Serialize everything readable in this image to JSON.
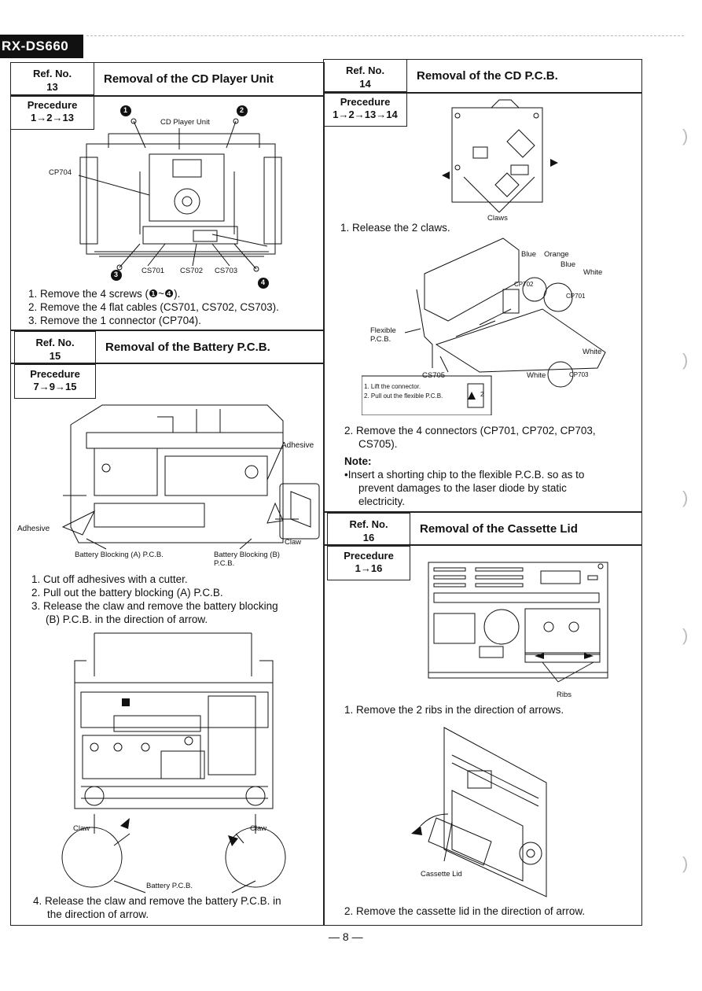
{
  "header": {
    "model": "RX-DS660"
  },
  "page_number": "— 8 —",
  "sections": {
    "s13": {
      "ref_label": "Ref. No.",
      "ref_no": "13",
      "title": "Removal of the CD Player Unit",
      "procedure_label": "Precedure",
      "procedure": "1→2→13",
      "figure_labels": {
        "unit": "CD Player Unit",
        "cp704": "CP704",
        "cs701": "CS701",
        "cs702": "CS702",
        "cs703": "CS703",
        "n1": "1",
        "n2": "2",
        "n3": "3",
        "n4": "4"
      },
      "steps": [
        "1. Remove the 4 screws (❶~❹).",
        "2. Remove the 4 flat cables (CS701, CS702, CS703).",
        "3. Remove the 1 connector (CP704)."
      ]
    },
    "s15": {
      "ref_label": "Ref. No.",
      "ref_no": "15",
      "title": "Removal of the Battery P.C.B.",
      "procedure_label": "Precedure",
      "procedure": "7→9→15",
      "figure_labels": {
        "adhesive_r": "Adhesive",
        "adhesive_l": "Adhesive",
        "claw": "Claw",
        "bb_a": "Battery Blocking (A) P.C.B.",
        "bb_b1": "Battery Blocking (B)",
        "bb_b2": "P.C.B.",
        "claw_l": "Claw",
        "claw_r": "Claw",
        "battery_pcb": "Battery P.C.B."
      },
      "steps": [
        "1. Cut off adhesives with a cutter.",
        "2. Pull out the battery blocking (A) P.C.B.",
        "3. Release the claw and remove the battery blocking",
        "(B) P.C.B. in the direction of arrow."
      ],
      "steps2": [
        "4. Release the claw and remove the battery P.C.B. in",
        "the direction of arrow."
      ]
    },
    "s14": {
      "ref_label": "Ref. No.",
      "ref_no": "14",
      "title": "Removal of the CD P.C.B.",
      "procedure_label": "Precedure",
      "procedure": "1→2→13→14",
      "figure_labels": {
        "claws": "Claws",
        "blue1": "Blue",
        "orange": "Orange",
        "blue2": "Blue",
        "white1": "White",
        "cp702": "CP702",
        "cp701": "CP701",
        "flex1": "Flexible",
        "flex2": "P.C.B.",
        "cs705": "CS705",
        "white2": "White",
        "white3": "White",
        "cp703": "CP703",
        "inset1": "1. Lift the connector.",
        "inset2": "2. Pull out the flexible P.C.B.",
        "inset_n": "2"
      },
      "step1": "1. Release the 2 claws.",
      "step2a": "2. Remove the 4 connectors (CP701, CP702, CP703,",
      "step2b": "CS705).",
      "note_label": "Note:",
      "note_lines": [
        "Insert a shorting chip to the flexible P.C.B. so as to",
        "prevent damages to the laser diode by static",
        "electricity."
      ]
    },
    "s16": {
      "ref_label": "Ref. No.",
      "ref_no": "16",
      "title": "Removal of the Cassette Lid",
      "procedure_label": "Precedure",
      "procedure": "1→16",
      "figure_labels": {
        "ribs": "Ribs",
        "cassette_lid": "Cassette Lid"
      },
      "step1": "1. Remove the 2 ribs in the direction of arrows.",
      "step2": "2. Remove the cassette lid in the direction of arrow."
    }
  }
}
